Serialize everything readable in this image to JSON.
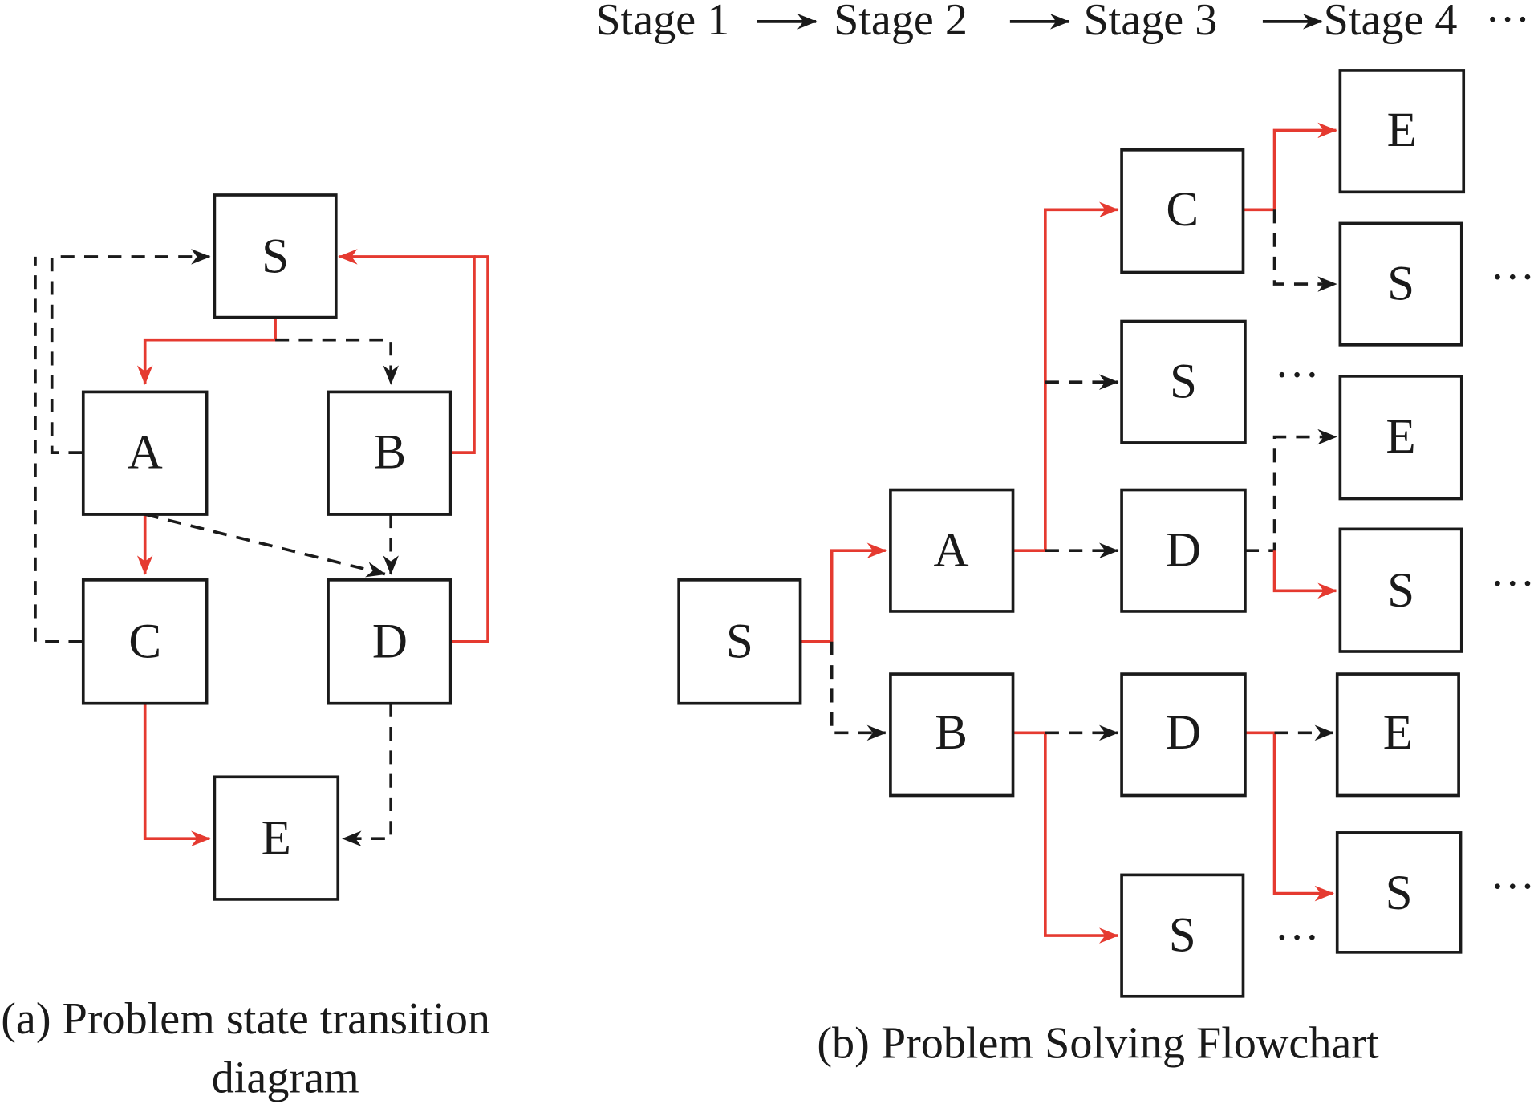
{
  "colors": {
    "red": "#e53a30",
    "black": "#1a1a1a"
  },
  "stages": {
    "s1": "Stage 1",
    "s2": "Stage 2",
    "s3": "Stage 3",
    "s4": "Stage 4",
    "ellipsis": "···"
  },
  "diagram_a": {
    "caption_line1": "(a) Problem state transition",
    "caption_line2": "diagram",
    "nodes": {
      "S": "S",
      "A": "A",
      "B": "B",
      "C": "C",
      "D": "D",
      "E": "E"
    }
  },
  "diagram_b": {
    "caption": "(b) Problem Solving Flowchart",
    "nodes": {
      "s_root": "S",
      "a": "A",
      "b": "B",
      "c": "C",
      "s_a": "S",
      "d_a": "D",
      "d_b": "D",
      "s_b": "S",
      "e1": "E",
      "s1": "S",
      "e2": "E",
      "s2": "S",
      "e3": "E",
      "s3": "S"
    },
    "ellipsis": "···"
  }
}
